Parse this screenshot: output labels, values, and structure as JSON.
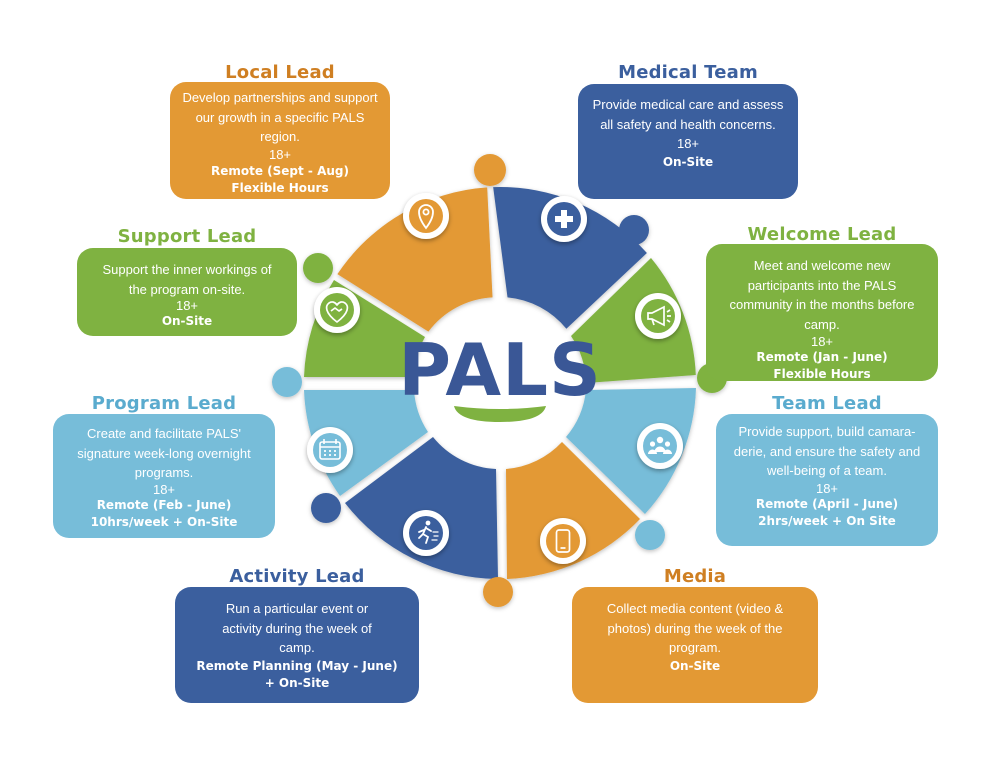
{
  "center": {
    "logo_text": "PALS",
    "colors": {
      "text": "#3a5796",
      "smile": "#7fb241"
    }
  },
  "roles": {
    "local_lead": {
      "title": "Local Lead",
      "description": "Develop partnerships and support our growth in a specific PALS region.",
      "age": "18+",
      "commitment": "Remote (Sept - Aug)",
      "detail": "Flexible Hours",
      "icon": "map-pin-icon",
      "color": "#e39934"
    },
    "medical_team": {
      "title": "Medical Team",
      "description": "Provide medical care and assess all safety and health concerns.",
      "age": "18+",
      "commitment": "On-Site",
      "icon": "medical-cross-icon",
      "color": "#3b5f9e"
    },
    "welcome_lead": {
      "title": "Welcome Lead",
      "description": "Meet and welcome new participants into the PALS community in the months before camp.",
      "age": "18+",
      "commitment": "Remote (Jan - June)",
      "detail": "Flexible Hours",
      "icon": "megaphone-icon",
      "color": "#7fb241"
    },
    "team_lead": {
      "title": "Team Lead",
      "description": "Provide support, build camara-derie, and ensure the safety and well-being of a team.",
      "age": "18+",
      "commitment": "Remote (April - June)",
      "detail": "2hrs/week + On Site",
      "icon": "group-icon",
      "color": "#77bdd9"
    },
    "media": {
      "title": "Media",
      "description": "Collect media content (video & photos) during the week of the program.",
      "commitment": "On-Site",
      "icon": "phone-icon",
      "color": "#e39934"
    },
    "activity_lead": {
      "title": "Activity Lead",
      "description": "Run a particular event or activity during the week of camp.",
      "commitment": "Remote Planning (May - June)",
      "detail": "+ On-Site",
      "icon": "running-person-icon",
      "color": "#3b5f9e"
    },
    "program_lead": {
      "title": "Program Lead",
      "description": "Create and facilitate PALS' signature week-long overnight programs.",
      "age": "18+",
      "commitment": "Remote (Feb - June)",
      "detail": "10hrs/week + On-Site",
      "icon": "calendar-icon",
      "color": "#77bdd9"
    },
    "support_lead": {
      "title": "Support Lead",
      "description": "Support the inner workings of the program on-site.",
      "age": "18+",
      "commitment": "On-Site",
      "icon": "heart-handshake-icon",
      "color": "#7fb241"
    }
  }
}
